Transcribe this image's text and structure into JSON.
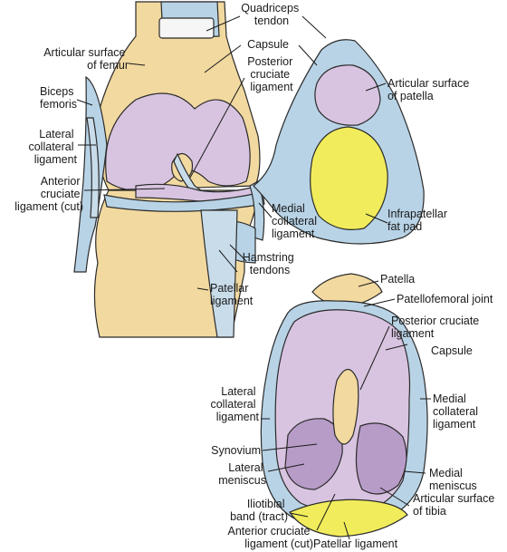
{
  "colors": {
    "bone": "#f2d9a0",
    "bone_dark": "#e4c27c",
    "capsule": "#b8d3e6",
    "capsule_dark": "#8fb4cf",
    "cartilage": "#d8c4e0",
    "cartilage_dark": "#b89cc8",
    "fat_pad": "#f1ec5c",
    "ligament": "#c9dcea",
    "outline": "#2b2b2b"
  },
  "labels": {
    "quadriceps_tendon": [
      "Quadriceps",
      "tendon"
    ],
    "articular_surface_femur": [
      "Articular surface",
      "of femur"
    ],
    "capsule_top": [
      "Capsule"
    ],
    "posterior_cruciate_top": [
      "Posterior",
      "cruciate",
      "ligament"
    ],
    "articular_surface_patella": [
      "Articular surface",
      "of patella"
    ],
    "biceps_femoris": [
      "Biceps",
      "femoris"
    ],
    "lateral_collateral_top": [
      "Lateral",
      "collateral",
      "ligament"
    ],
    "anterior_cruciate_top": [
      "Anterior",
      "cruciate",
      "ligament (cut)"
    ],
    "medial_collateral_top": [
      "Medial",
      "collateral",
      "ligament"
    ],
    "infrapatellar_fat_pad": [
      "Infrapatellar",
      "fat pad"
    ],
    "hamstring_tendons": [
      "Hamstring",
      "tendons"
    ],
    "patellar_ligament_top": [
      "Patellar",
      "ligament"
    ],
    "patella": [
      "Patella"
    ],
    "patellofemoral_joint": [
      "Patellofemoral joint"
    ],
    "posterior_cruciate_bottom": [
      "Posterior cruciate",
      "ligament"
    ],
    "capsule_bottom": [
      "Capsule"
    ],
    "lateral_collateral_bottom": [
      "Lateral",
      "collateral",
      "ligament"
    ],
    "medial_collateral_bottom": [
      "Medial",
      "collateral",
      "ligament"
    ],
    "synovium": [
      "Synovium"
    ],
    "lateral_meniscus": [
      "Lateral",
      "meniscus"
    ],
    "medial_meniscus": [
      "Medial",
      "meniscus"
    ],
    "articular_surface_tibia": [
      "Articular surface",
      "of tibia"
    ],
    "iliotibial_band": [
      "Iliotibial",
      "band  (tract)"
    ],
    "anterior_cruciate_bottom": [
      "Anterior cruciate",
      "ligament (cut)"
    ],
    "patellar_ligament_bottom": [
      "Patellar ligament"
    ]
  }
}
